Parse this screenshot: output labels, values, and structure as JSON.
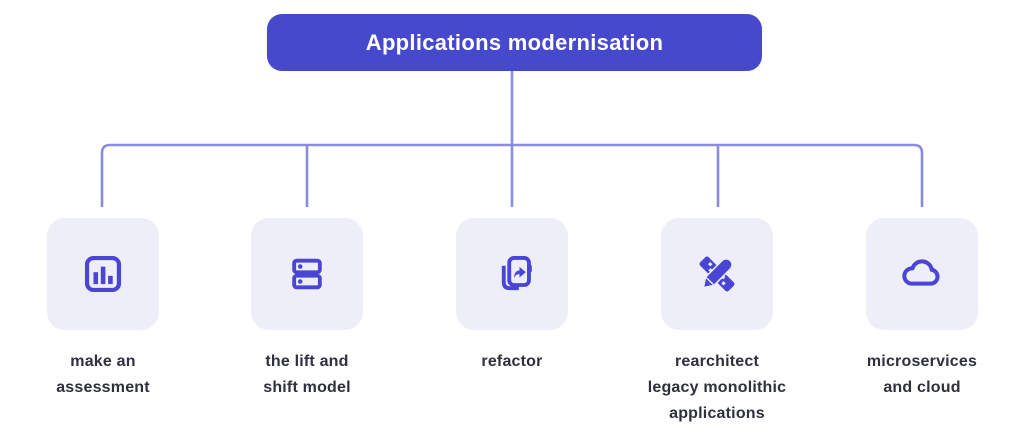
{
  "title": "Applications modernisation",
  "colors": {
    "root_bg": "#4649cc",
    "root_text": "#ffffff",
    "connector": "#8c8cdf",
    "node_bg": "#edeef8",
    "icon": "#4a45d4",
    "label_text": "#2e303e"
  },
  "nodes": [
    {
      "icon": "bar-chart-icon",
      "label": "make an assessment",
      "lines": [
        "make an",
        "assessment"
      ]
    },
    {
      "icon": "server-stack-icon",
      "label": "the lift and shift model",
      "lines": [
        "the lift and",
        "shift model"
      ]
    },
    {
      "icon": "copy-arrow-icon",
      "label": "refactor",
      "lines": [
        "refactor"
      ]
    },
    {
      "icon": "pencil-ruler-icon",
      "label": "rearchitect legacy monolithic applications",
      "lines": [
        "rearchitect",
        "legacy monolithic",
        "applications"
      ]
    },
    {
      "icon": "cloud-icon",
      "label": "microservices and cloud",
      "lines": [
        "microservices",
        "and cloud"
      ]
    }
  ]
}
